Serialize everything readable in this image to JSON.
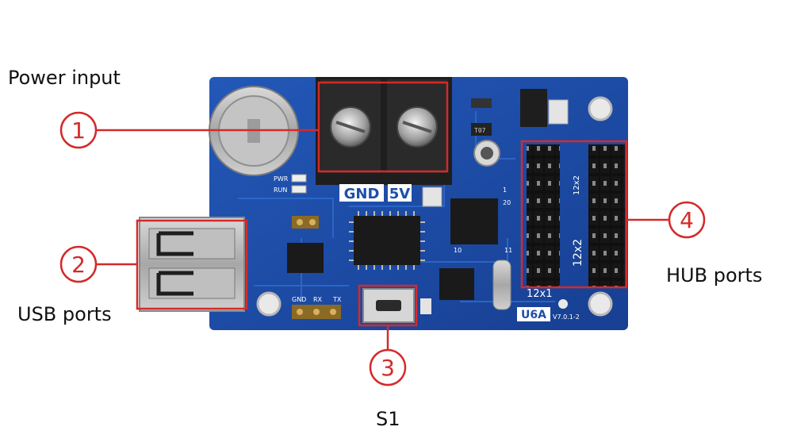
{
  "callouts": [
    {
      "number": "1",
      "caption": "Power input"
    },
    {
      "number": "2",
      "caption": "USB ports"
    },
    {
      "number": "3",
      "caption": "S1"
    },
    {
      "number": "4",
      "caption": "HUB ports"
    }
  ],
  "board": {
    "terminal_labels": [
      "GND",
      "5V"
    ],
    "model": "U6A",
    "version": "V7.0.1-2",
    "led_labels": [
      "PWR",
      "RUN"
    ],
    "header_labels": [
      "12x1",
      "12x2"
    ],
    "header_vertical_labels": [
      "12x2",
      "12x2"
    ],
    "uart_labels": [
      "GND",
      "RX",
      "TX"
    ],
    "pin_marks": [
      "20",
      "10",
      "11",
      "1"
    ],
    "part_mark": "T07",
    "colors": {
      "pcb": "#1d4fa8",
      "callout": "#d42a2a"
    }
  }
}
